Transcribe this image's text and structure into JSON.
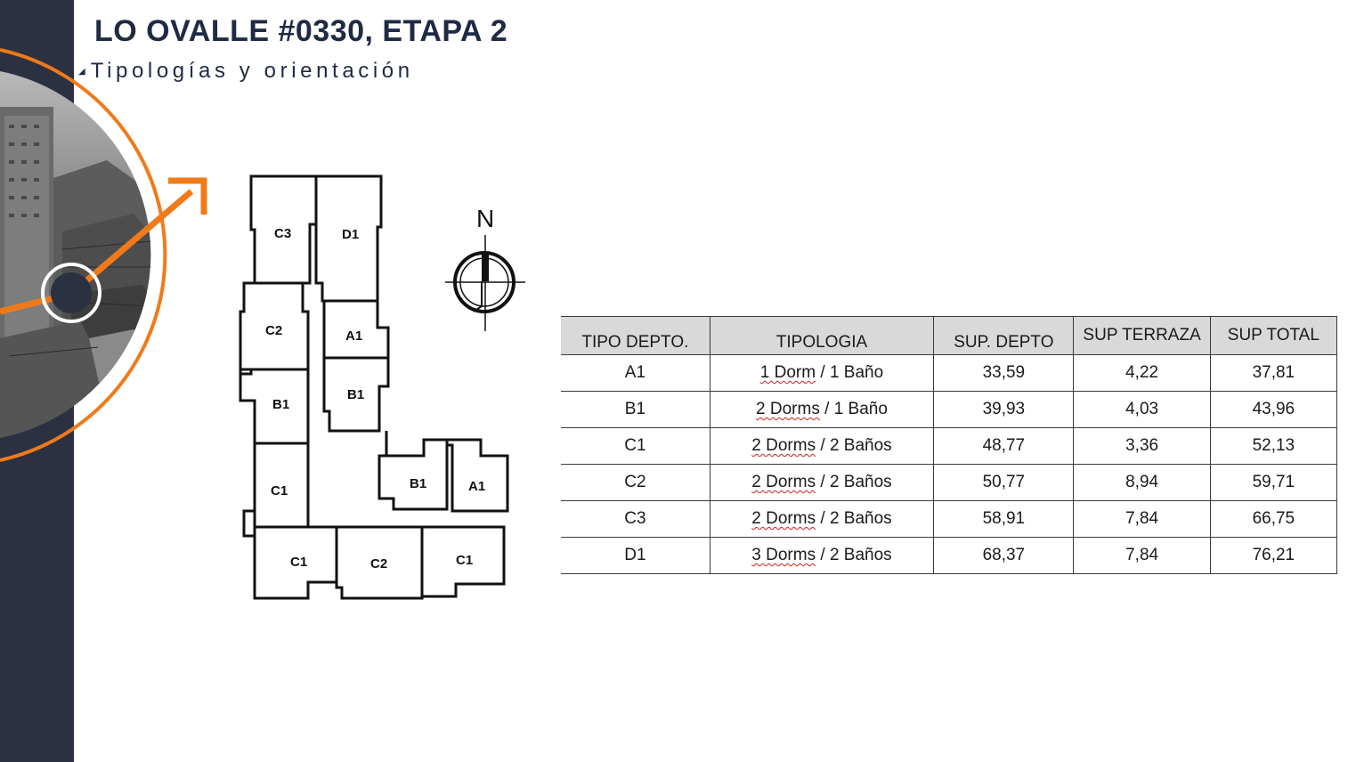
{
  "header": {
    "title": "LO OVALLE #0330, ETAPA 2",
    "subtitle": "Tipologías y orientación"
  },
  "colors": {
    "sidebar": "#2b3140",
    "accent": "#f07a1a",
    "title": "#1f2a44"
  },
  "hero": {
    "icons": [
      "city-photo",
      "orange-arc",
      "orange-arrow-icon",
      "target-circle-icon"
    ]
  },
  "floor_plan": {
    "units": [
      {
        "id": "C3",
        "label": "C3"
      },
      {
        "id": "D1",
        "label": "D1"
      },
      {
        "id": "C2-left",
        "label": "C2"
      },
      {
        "id": "A1-upper",
        "label": "A1"
      },
      {
        "id": "B1-upper",
        "label": "B1"
      },
      {
        "id": "B1-left",
        "label": "B1"
      },
      {
        "id": "C1-left",
        "label": "C1"
      },
      {
        "id": "B1-right",
        "label": "B1"
      },
      {
        "id": "A1-right",
        "label": "A1"
      },
      {
        "id": "C1-bottom-left",
        "label": "C1"
      },
      {
        "id": "C2-bottom",
        "label": "C2"
      },
      {
        "id": "C1-bottom-right",
        "label": "C1"
      }
    ]
  },
  "compass": {
    "label": "N"
  },
  "table": {
    "headers": [
      "TIPO DEPTO.",
      "TIPOLOGIA",
      "SUP. DEPTO",
      "SUP TERRAZA",
      "SUP TOTAL"
    ],
    "rows": [
      {
        "tipo": "A1",
        "dorm": "1 Dorm",
        "sep": " / ",
        "banos": "1 Baño",
        "sup_depto": "33,59",
        "sup_terraza": "4,22",
        "sup_total": "37,81"
      },
      {
        "tipo": "B1",
        "dorm": "2 Dorms",
        "sep": " / ",
        "banos": "1 Baño",
        "sup_depto": "39,93",
        "sup_terraza": "4,03",
        "sup_total": "43,96"
      },
      {
        "tipo": "C1",
        "dorm": "2 Dorms",
        "sep": " / ",
        "banos": "2 Baños",
        "sup_depto": "48,77",
        "sup_terraza": "3,36",
        "sup_total": "52,13"
      },
      {
        "tipo": "C2",
        "dorm": "2 Dorms",
        "sep": " / ",
        "banos": "2 Baños",
        "sup_depto": "50,77",
        "sup_terraza": "8,94",
        "sup_total": "59,71"
      },
      {
        "tipo": "C3",
        "dorm": "2 Dorms",
        "sep": " / ",
        "banos": "2 Baños",
        "sup_depto": "58,91",
        "sup_terraza": "7,84",
        "sup_total": "66,75"
      },
      {
        "tipo": "D1",
        "dorm": "3 Dorms",
        "sep": " / ",
        "banos": "2 Baños",
        "sup_depto": "68,37",
        "sup_terraza": "7,84",
        "sup_total": "76,21"
      }
    ]
  }
}
